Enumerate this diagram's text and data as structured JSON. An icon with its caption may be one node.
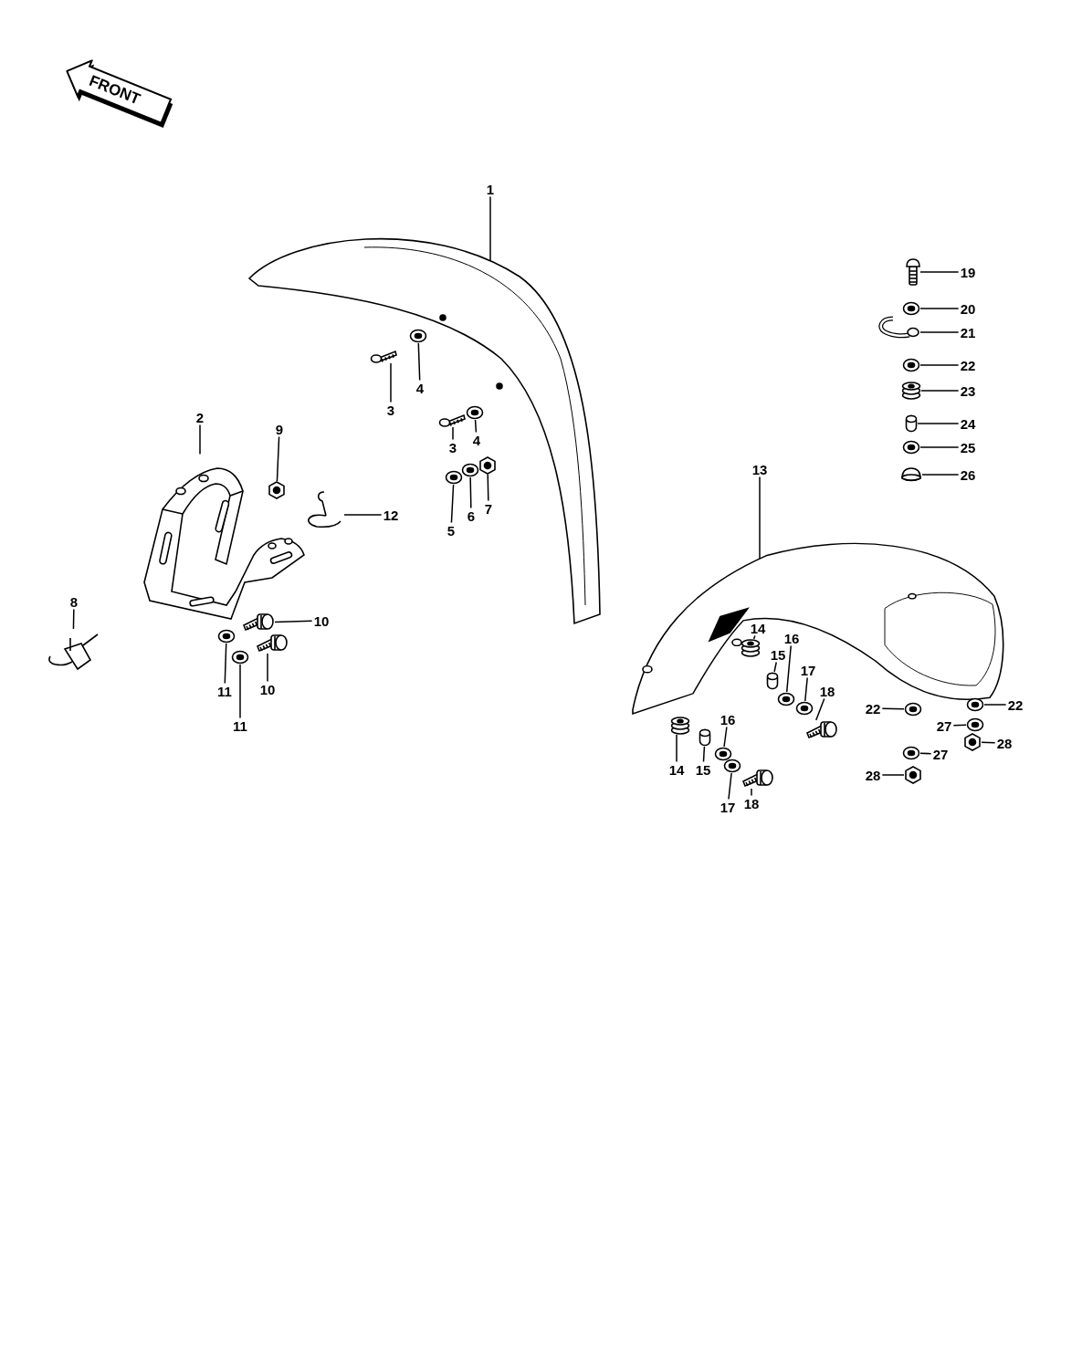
{
  "diagram": {
    "nodes": [
      {
        "text": [
          "FRONT"
        ]
      },
      {
        "text": [
          "1"
        ]
      },
      {
        "text": [],
        "shape": "picture"
      },
      {
        "text": [
          "2"
        ]
      },
      {
        "text": [],
        "shape": "picture"
      },
      {
        "text": [
          "9"
        ]
      },
      {
        "text": [],
        "shape": "picture"
      },
      {
        "text": [
          "3"
        ]
      },
      {
        "text": [],
        "shape": "picture"
      },
      {
        "text": [
          "4"
        ]
      },
      {
        "text": [],
        "shape": "picture"
      },
      {
        "text": [
          "3"
        ]
      },
      {
        "text": [],
        "shape": "picture"
      },
      {
        "text": [
          "4"
        ]
      },
      {
        "text": [],
        "shape": "picture"
      },
      {
        "text": [
          "5"
        ]
      },
      {
        "text": [],
        "shape": "picture"
      },
      {
        "text": [
          "6"
        ]
      },
      {
        "text": [],
        "shape": "picture"
      },
      {
        "text": [
          "7"
        ]
      },
      {
        "text": [],
        "shape": "picture"
      },
      {
        "text": [
          "12"
        ]
      },
      {
        "text": [],
        "shape": "picture"
      },
      {
        "text": [
          "8"
        ]
      },
      {
        "text": [],
        "shape": "picture"
      },
      {
        "text": [
          "10"
        ]
      },
      {
        "text": [],
        "shape": "picture"
      },
      {
        "text": [
          "11"
        ]
      },
      {
        "text": [],
        "shape": "picture"
      },
      {
        "text": [
          "10"
        ]
      },
      {
        "text": [],
        "shape": "picture"
      },
      {
        "text": [
          "11"
        ]
      },
      {
        "text": [],
        "shape": "picture"
      },
      {
        "text": [
          "13"
        ]
      },
      {
        "text": [],
        "shape": "picture"
      },
      {
        "text": [
          "14"
        ]
      },
      {
        "text": [],
        "shape": "picture"
      },
      {
        "text": [
          "15"
        ]
      },
      {
        "text": [],
        "shape": "picture"
      },
      {
        "text": [
          "16"
        ]
      },
      {
        "text": [],
        "shape": "picture"
      },
      {
        "text": [
          "17"
        ]
      },
      {
        "text": [],
        "shape": "picture"
      },
      {
        "text": [
          "18"
        ]
      },
      {
        "text": [],
        "shape": "picture"
      },
      {
        "text": [
          "14"
        ]
      },
      {
        "text": [],
        "shape": "picture"
      },
      {
        "text": [
          "15"
        ]
      },
      {
        "text": [],
        "shape": "picture"
      },
      {
        "text": [
          "16"
        ]
      },
      {
        "text": [],
        "shape": "picture"
      },
      {
        "text": [
          "17"
        ]
      },
      {
        "text": [],
        "shape": "picture"
      },
      {
        "text": [
          "18"
        ]
      },
      {
        "text": [],
        "shape": "picture"
      },
      {
        "text": [
          "19"
        ]
      },
      {
        "text": [],
        "shape": "picture"
      },
      {
        "text": [
          "20"
        ]
      },
      {
        "text": [],
        "shape": "picture"
      },
      {
        "text": [
          "21"
        ]
      },
      {
        "text": [],
        "shape": "picture"
      },
      {
        "text": [
          "22"
        ]
      },
      {
        "text": [],
        "shape": "picture"
      },
      {
        "text": [
          "23"
        ]
      },
      {
        "text": [],
        "shape": "picture"
      },
      {
        "text": [
          "24"
        ]
      },
      {
        "text": [],
        "shape": "picture"
      },
      {
        "text": [
          "25"
        ]
      },
      {
        "text": [],
        "shape": "picture"
      },
      {
        "text": [
          "26"
        ]
      },
      {
        "text": [],
        "shape": "picture"
      },
      {
        "text": [
          "22"
        ]
      },
      {
        "text": [],
        "shape": "picture"
      },
      {
        "text": [
          "27"
        ]
      },
      {
        "text": [],
        "shape": "picture"
      },
      {
        "text": [
          "28"
        ]
      },
      {
        "text": [],
        "shape": "picture"
      },
      {
        "text": [
          "22"
        ]
      },
      {
        "text": [],
        "shape": "picture"
      },
      {
        "text": [
          "27"
        ]
      },
      {
        "text": [],
        "shape": "picture"
      },
      {
        "text": [
          "28"
        ]
      },
      {
        "text": [],
        "shape": "picture"
      }
    ],
    "edges": [
      {
        "from": 1,
        "to": 2,
        "arrow": "none"
      },
      {
        "from": 3,
        "to": 4,
        "arrow": "none"
      },
      {
        "from": 5,
        "to": 6,
        "arrow": "none"
      },
      {
        "from": 7,
        "to": 8,
        "arrow": "none"
      },
      {
        "from": 9,
        "to": 10,
        "arrow": "none"
      },
      {
        "from": 11,
        "to": 12,
        "arrow": "none"
      },
      {
        "from": 13,
        "to": 14,
        "arrow": "none"
      },
      {
        "from": 15,
        "to": 16,
        "arrow": "none"
      },
      {
        "from": 17,
        "to": 18,
        "arrow": "none"
      },
      {
        "from": 19,
        "to": 20,
        "arrow": "none"
      },
      {
        "from": 21,
        "to": 22,
        "arrow": "none"
      },
      {
        "from": 23,
        "to": 24,
        "arrow": "none"
      },
      {
        "from": 25,
        "to": 26,
        "arrow": "none"
      },
      {
        "from": 27,
        "to": 28,
        "arrow": "none"
      },
      {
        "from": 29,
        "to": 30,
        "arrow": "none"
      },
      {
        "from": 31,
        "to": 32,
        "arrow": "none"
      },
      {
        "from": 33,
        "to": 34,
        "arrow": "none"
      },
      {
        "from": 35,
        "to": 36,
        "arrow": "none"
      },
      {
        "from": 37,
        "to": 38,
        "arrow": "none"
      },
      {
        "from": 39,
        "to": 40,
        "arrow": "none"
      },
      {
        "from": 41,
        "to": 42,
        "arrow": "none"
      },
      {
        "from": 43,
        "to": 44,
        "arrow": "none"
      },
      {
        "from": 45,
        "to": 46,
        "arrow": "none"
      },
      {
        "from": 47,
        "to": 48,
        "arrow": "none"
      },
      {
        "from": 49,
        "to": 50,
        "arrow": "none"
      },
      {
        "from": 51,
        "to": 52,
        "arrow": "none"
      },
      {
        "from": 53,
        "to": 54,
        "arrow": "none"
      },
      {
        "from": 55,
        "to": 56,
        "arrow": "none"
      },
      {
        "from": 57,
        "to": 58,
        "arrow": "none"
      },
      {
        "from": 59,
        "to": 60,
        "arrow": "none"
      },
      {
        "from": 61,
        "to": 62,
        "arrow": "none"
      },
      {
        "from": 63,
        "to": 64,
        "arrow": "none"
      },
      {
        "from": 65,
        "to": 66,
        "arrow": "none"
      },
      {
        "from": 67,
        "to": 68,
        "arrow": "none"
      },
      {
        "from": 69,
        "to": 70,
        "arrow": "none"
      },
      {
        "from": 71,
        "to": 72,
        "arrow": "none"
      },
      {
        "from": 73,
        "to": 74,
        "arrow": "none"
      },
      {
        "from": 75,
        "to": 76,
        "arrow": "none"
      },
      {
        "from": 77,
        "to": 78,
        "arrow": "none"
      },
      {
        "from": 79,
        "to": 80,
        "arrow": "none"
      },
      {
        "from": 81,
        "to": 82,
        "arrow": "none"
      }
    ]
  }
}
